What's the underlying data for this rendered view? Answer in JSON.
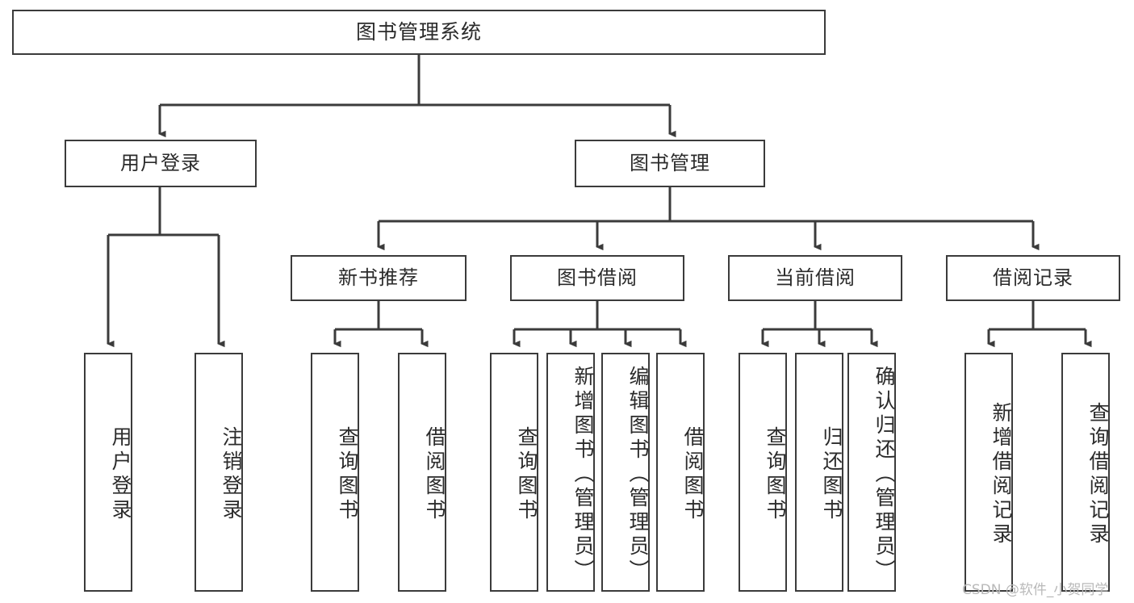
{
  "diagram": {
    "type": "tree",
    "title": "图书管理系统",
    "watermark": "CSDN @软件_小贺同学",
    "colors": {
      "stroke": "#3b3b3b",
      "text": "#2b2b2b",
      "background": "#ffffff",
      "watermark": "#b9b9b9"
    },
    "nodes": {
      "root": "图书管理系统",
      "level2": {
        "user_login": "用户登录",
        "book_manage": "图书管理"
      },
      "level3": {
        "new_book_recommend": "新书推荐",
        "book_borrow": "图书借阅",
        "current_borrow": "当前借阅",
        "borrow_record": "借阅记录"
      },
      "leaves": {
        "user_login_1": "用户登录",
        "user_login_2": "注销登录",
        "recommend_1": "查询图书",
        "recommend_2": "借阅图书",
        "borrow_1": "查询图书",
        "borrow_2": "新增图书（管理员）",
        "borrow_3": "编辑图书（管理员）",
        "borrow_4": "借阅图书",
        "current_1": "查询图书",
        "current_2": "归还图书",
        "current_3": "确认归还（管理员）",
        "record_1": "新增借阅记录",
        "record_2": "查询借阅记录"
      }
    }
  }
}
